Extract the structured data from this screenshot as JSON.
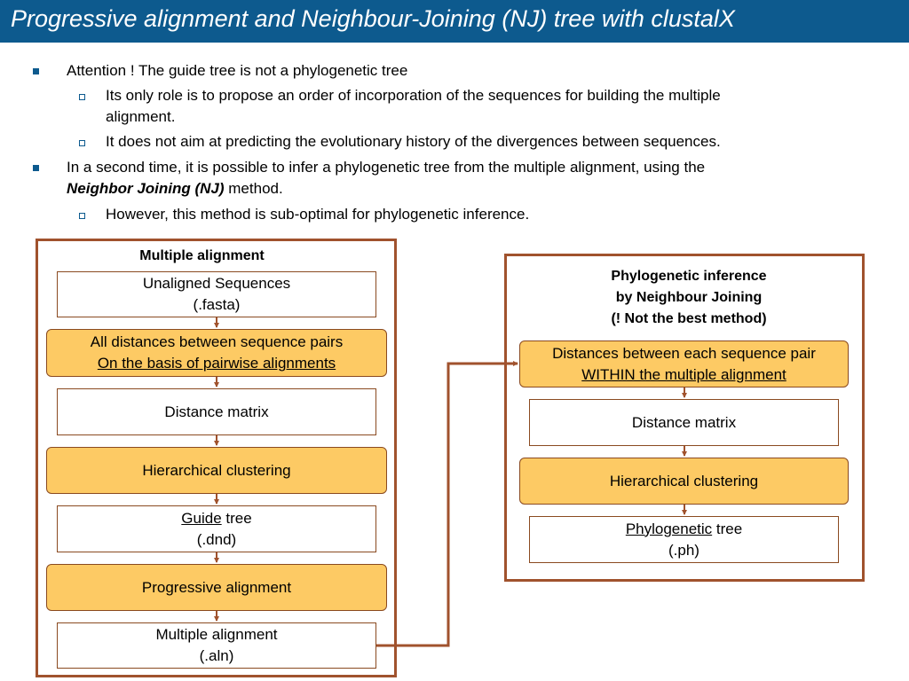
{
  "slide_title": "Progressive alignment and Neighbour-Joining (NJ) tree with clustalX",
  "bullets": {
    "b1": "Attention ! The guide tree is not a phylogenetic tree",
    "b1_sub1_line1": "Its only role is to propose an order of incorporation of the sequences for building the multiple",
    "b1_sub1_line2": "alignment.",
    "b1_sub2": "It does not aim at predicting the evolutionary history of the divergences between sequences.",
    "b2_line1": "In a second time, it is possible to infer a phylogenetic tree from the multiple alignment, using the",
    "b2_nj": "Neighbor Joining (NJ)",
    "b2_rest": " method.",
    "b2_sub1": "However, this method is sub-optimal for phylogenetic inference."
  },
  "left_panel": {
    "title": "Multiple alignment",
    "boxes": [
      {
        "line1": "Unaligned Sequences",
        "line2": "(.fasta)"
      },
      {
        "line1": "All distances between sequence pairs",
        "line2": "On the basis of pairwise alignments"
      },
      {
        "line1": "Distance matrix"
      },
      {
        "line1": "Hierarchical clustering"
      },
      {
        "line1_u": "Guide",
        "line1_rest": " tree",
        "line2": "(.dnd)"
      },
      {
        "line1": "Progressive alignment"
      },
      {
        "line1": "Multiple alignment",
        "line2": "(.aln)"
      }
    ]
  },
  "right_panel": {
    "title_line1": "Phylogenetic inference",
    "title_line2": "by Neighbour Joining",
    "title_line3": "(! Not the best method)",
    "boxes": [
      {
        "line1": "Distances between each sequence pair",
        "line2": "WITHIN the multiple alignment"
      },
      {
        "line1": "Distance matrix"
      },
      {
        "line1": "Hierarchical clustering"
      },
      {
        "line1_u": "Phylogenetic",
        "line1_rest": " tree",
        "line2": "(.ph)"
      }
    ]
  },
  "colors": {
    "title_bar": "#0d5a8e",
    "panel_border": "#a0522d",
    "highlight_fill": "#fdca64",
    "arrow": "#a0522d"
  }
}
